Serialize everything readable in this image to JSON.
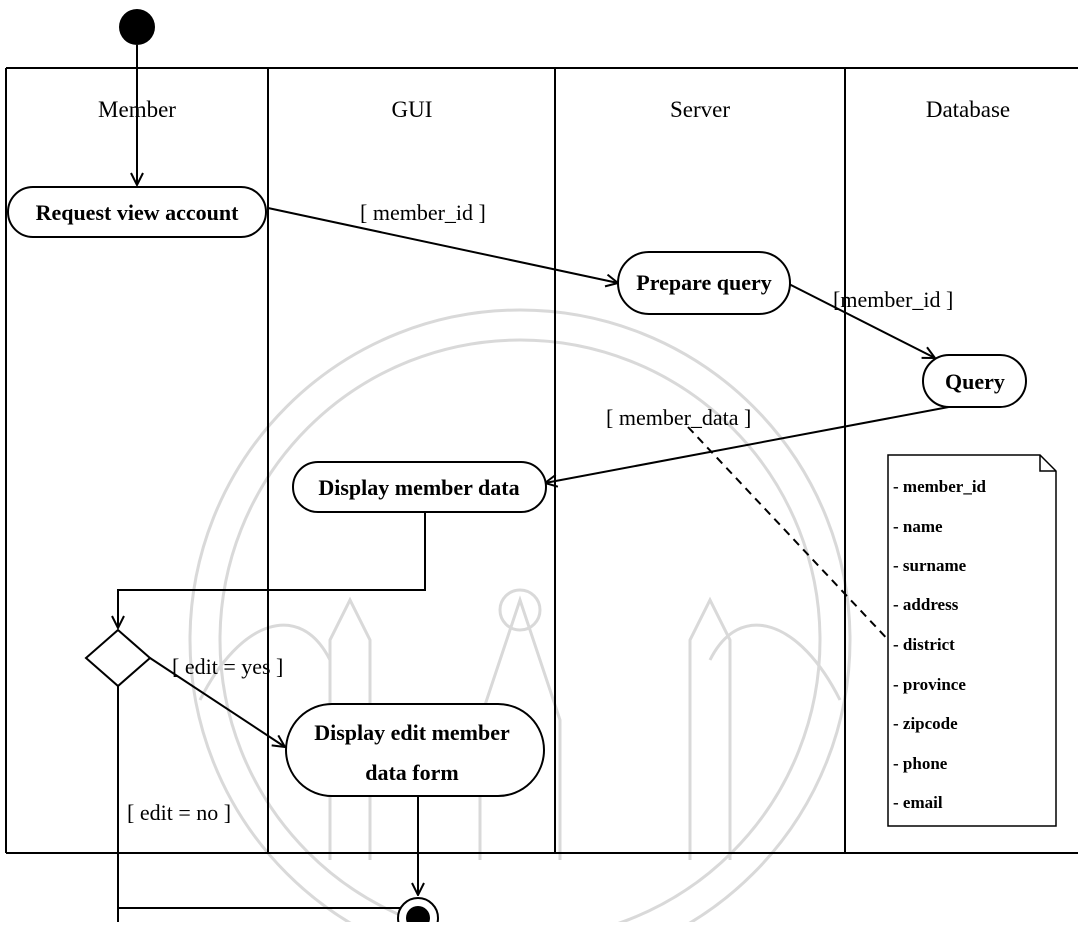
{
  "swimlanes": [
    {
      "id": "member",
      "title": "Member"
    },
    {
      "id": "gui",
      "title": "GUI"
    },
    {
      "id": "server",
      "title": "Server"
    },
    {
      "id": "database",
      "title": "Database"
    }
  ],
  "activities": {
    "request_view_account": "Request view account",
    "prepare_query": "Prepare query",
    "query": "Query",
    "display_member_data": "Display member data",
    "display_edit_form_line1": "Display  edit member",
    "display_edit_form_line2": "data form"
  },
  "flow_labels": {
    "member_id_1": "[ member_id ]",
    "member_id_2": "[member_id ]",
    "member_data": "[ member_data ]",
    "edit_yes": "[ edit = yes ]",
    "edit_no": "[ edit = no ]"
  },
  "note": {
    "fields": [
      "- member_id",
      "- name",
      "- surname",
      "- address",
      "- district",
      "- province",
      "- zipcode",
      "- phone",
      "- email"
    ]
  },
  "colors": {
    "line": "#000000",
    "background": "#ffffff",
    "watermark": "#d9d9d9"
  }
}
